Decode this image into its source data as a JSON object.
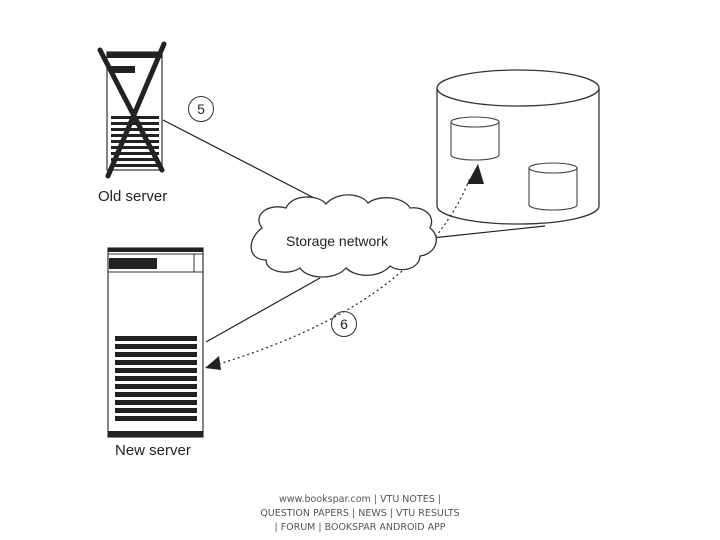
{
  "diagram": {
    "old_server_label": "Old server",
    "new_server_label": "New server",
    "network_label": "Storage network",
    "step_five": "5",
    "step_six": "6"
  },
  "footer": {
    "line1": "www.bookspar.com | VTU NOTES |",
    "line2": "QUESTION PAPERS | NEWS | VTU RESULTS",
    "line3": "| FORUM | BOOKSPAR ANDROID APP"
  }
}
